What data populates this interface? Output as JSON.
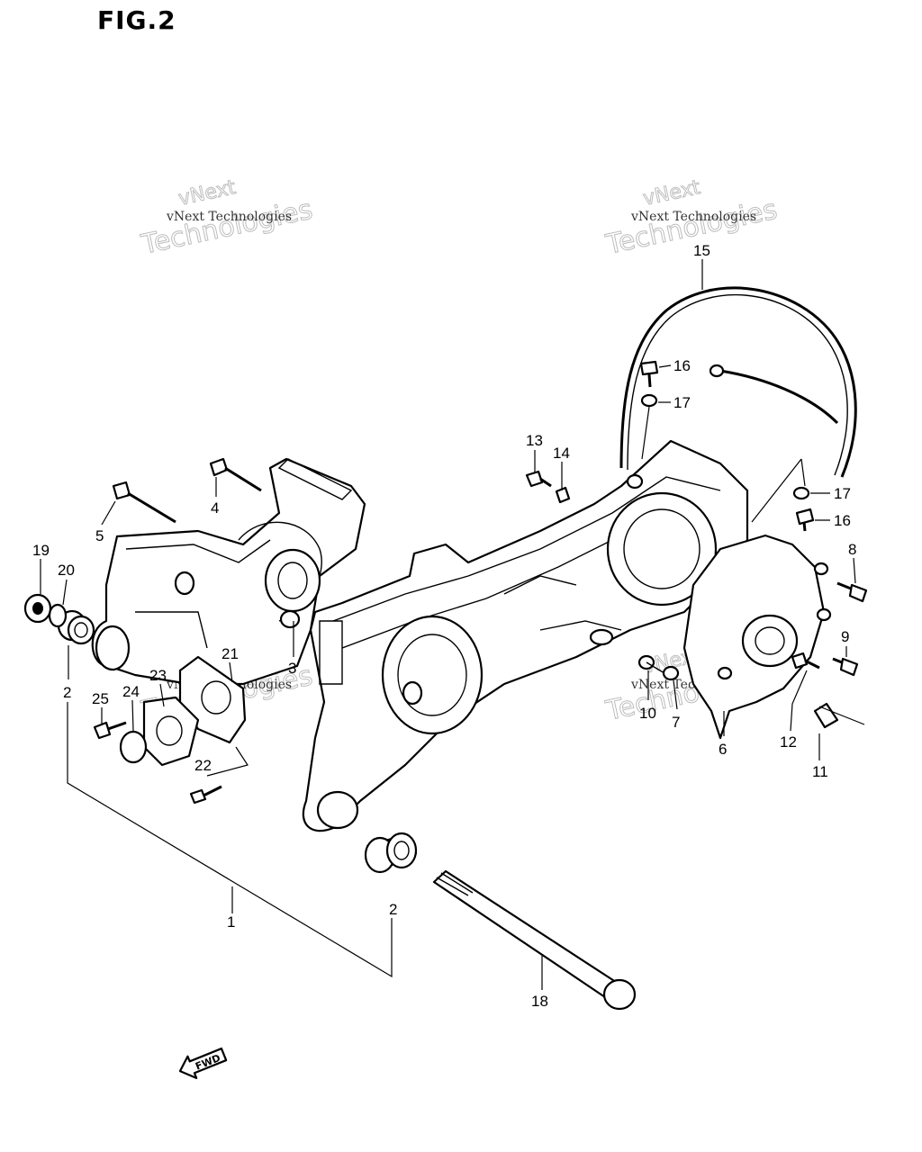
{
  "figure": {
    "title": "FIG.2"
  },
  "watermarks": [
    {
      "line1": "vNext Technologies",
      "line2": "Technologies",
      "line3": "vNext"
    },
    {
      "line1": "vNext Technologies",
      "line2": "Technologies",
      "line3": "vNext"
    },
    {
      "line1": "vNext Technologies",
      "line2": "Technologies",
      "line3": "vNext"
    },
    {
      "line1": "vNext Technologies",
      "line2": "Technologies",
      "line3": "vNext"
    }
  ],
  "callouts": [
    "1",
    "2",
    "2",
    "3",
    "4",
    "5",
    "6",
    "7",
    "8",
    "9",
    "10",
    "11",
    "12",
    "13",
    "14",
    "15",
    "16",
    "16",
    "17",
    "17",
    "18",
    "19",
    "20",
    "21",
    "22",
    "23",
    "24",
    "25"
  ],
  "direction_arrow": {
    "label": "FWD"
  }
}
